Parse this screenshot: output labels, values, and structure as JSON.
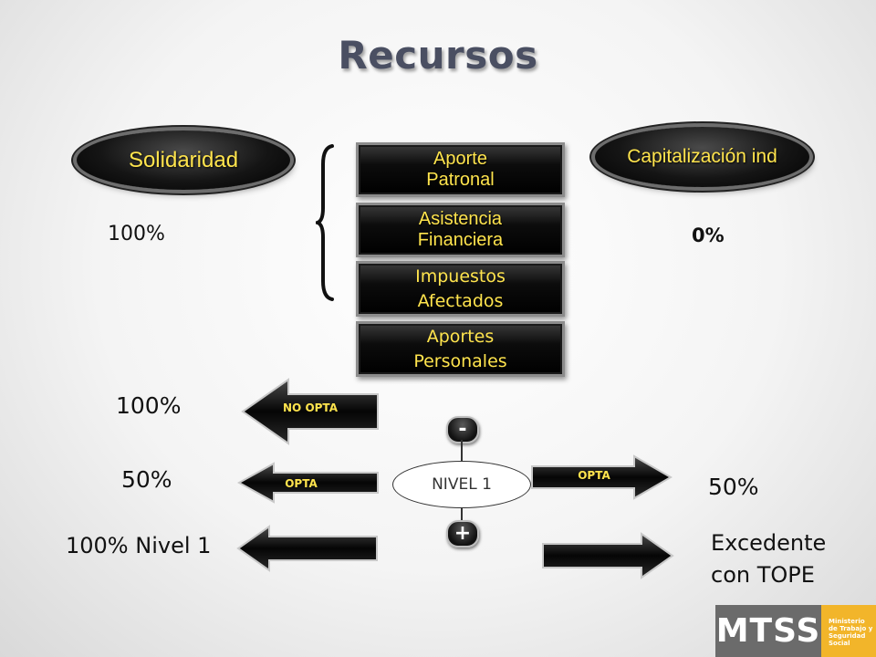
{
  "title": "Recursos",
  "left_oval": {
    "label": "Solidaridad",
    "percent": "100%"
  },
  "right_oval": {
    "label": "Capitalización ind",
    "percent": "0%"
  },
  "resource_boxes": [
    {
      "label": "Aporte\nPatronal"
    },
    {
      "label": "Asistencia\nFinanciera"
    },
    {
      "label": "Impuestos\nAfectados"
    },
    {
      "label": "Aportes\nPersonales"
    }
  ],
  "rows": [
    {
      "left_percent": "100%",
      "left_arrow_label": "NO  OPTA"
    },
    {
      "left_percent": "50%",
      "left_arrow_label": "OPTA",
      "right_arrow_label": "OPTA",
      "right_percent": "50%"
    },
    {
      "left_percent": "100% Nivel 1",
      "right_text": "Excedente\ncon TOPE"
    }
  ],
  "node": {
    "label": "NIVEL 1",
    "minus": "-",
    "plus": "+"
  },
  "logo": {
    "name": "MTSS",
    "text": "Ministerio\nde Trabajo y\nSeguridad\nSocial"
  },
  "colors": {
    "label_yellow": "#ffe44d",
    "logo_orange": "#f2b52a",
    "logo_gray": "#6b6b6b",
    "title": "#4a4f62"
  }
}
